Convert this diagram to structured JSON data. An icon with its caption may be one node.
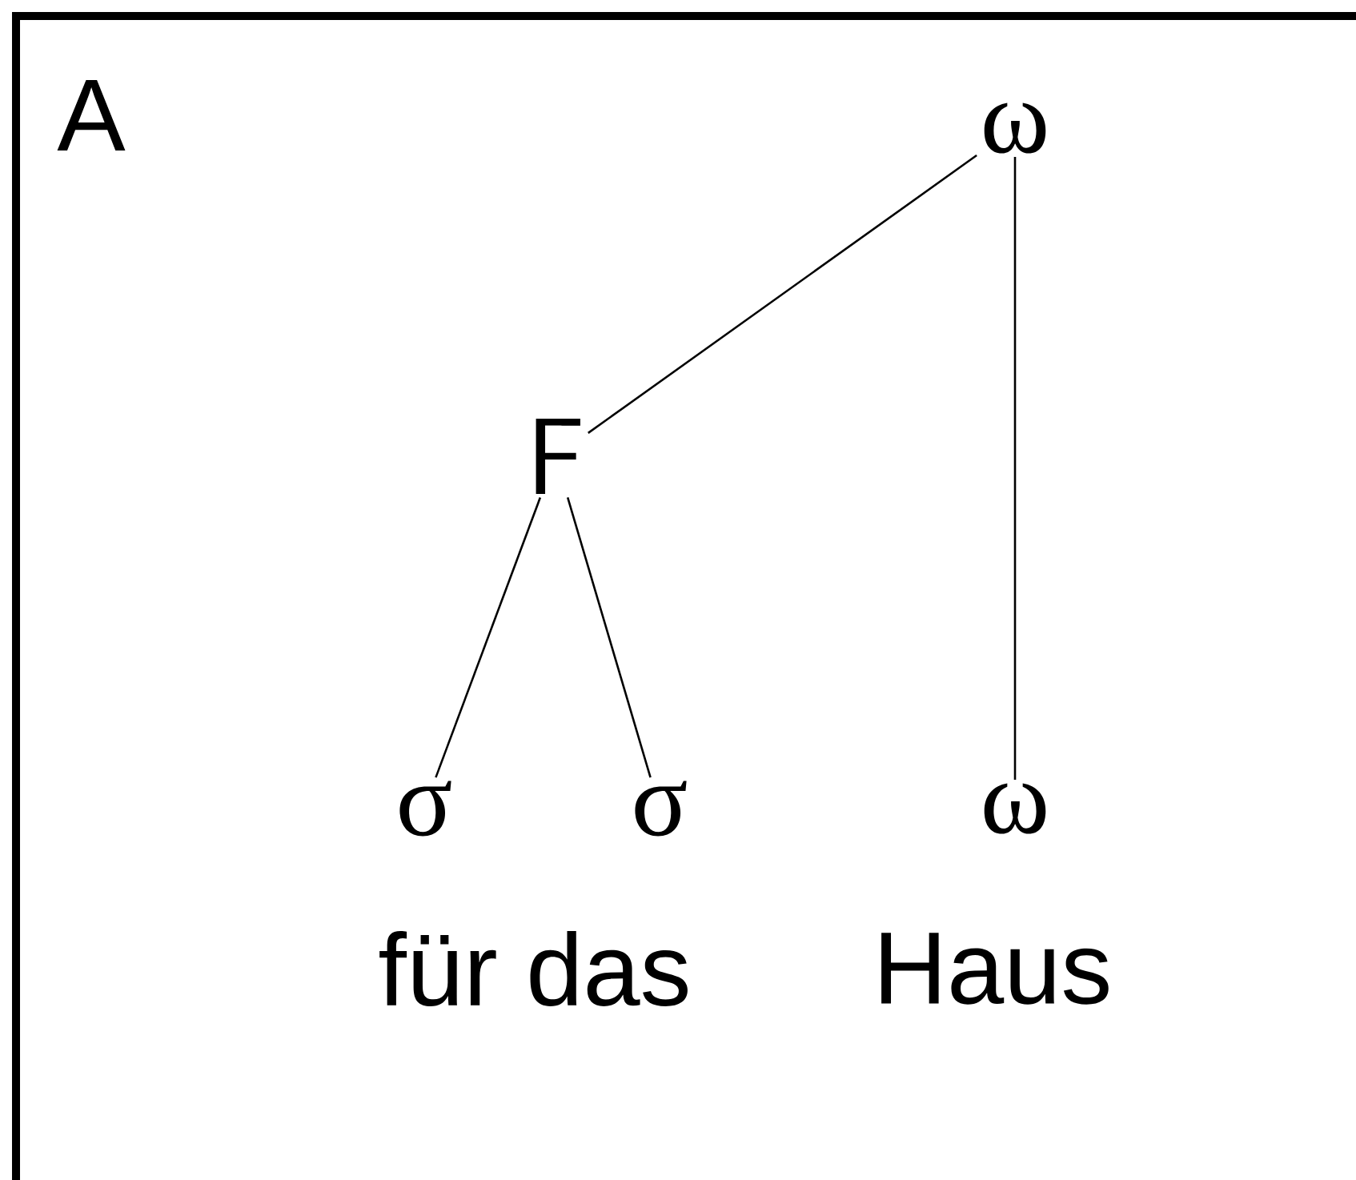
{
  "diagram": {
    "nodes": [
      {
        "text": [
          "ω"
        ]
      },
      {
        "text": [
          "F"
        ]
      },
      {
        "text": [
          "σ"
        ]
      },
      {
        "text": [
          "σ"
        ]
      },
      {
        "text": [
          "ω"
        ]
      }
    ],
    "edges": [
      {
        "from": 0,
        "to": 1,
        "arrow": "none"
      },
      {
        "from": 0,
        "to": 4,
        "arrow": "none"
      },
      {
        "from": 1,
        "to": 2,
        "arrow": "none"
      },
      {
        "from": 1,
        "to": 3,
        "arrow": "none"
      }
    ],
    "labels": [
      "A",
      "für das",
      "Haus"
    ]
  }
}
